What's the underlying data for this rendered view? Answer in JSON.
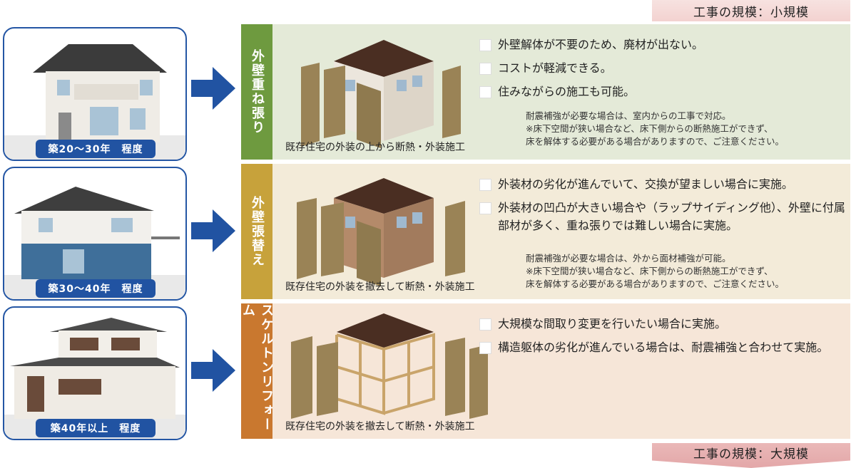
{
  "scale": {
    "top_label": "工事の規模：小規模",
    "bottom_label": "工事の規模：大規模"
  },
  "rows": [
    {
      "label": "外壁重ね張り",
      "age": "築20～30年　程度",
      "caption": "既存住宅の外装の上から断熱・外装施工",
      "bullets": [
        "外壁解体が不要のため、廃材が出ない。",
        "コストが軽減できる。",
        "住みながらの施工も可能。"
      ],
      "notes": [
        "耐震補強が必要な場合は、室内からの工事で対応。",
        "※床下空間が狭い場合など、床下側からの断熱施工ができず、",
        "床を解体する必要がある場合がありますので、ご注意ください。"
      ]
    },
    {
      "label": "外壁張替え",
      "age": "築30～40年　程度",
      "caption": "既存住宅の外装を撤去して断熱・外装施工",
      "bullets": [
        "外装材の劣化が進んでいて、交換が望ましい場合に実施。",
        "外装材の凹凸が大きい場合や（ラップサイディング他）、外壁に付属部材が多く、重ね張りでは難しい場合に実施。"
      ],
      "notes": [
        "耐震補強が必要な場合は、外から面材補強が可能。",
        "※床下空間が狭い場合など、床下側からの断熱施工ができず、",
        "床を解体する必要がある場合がありますので、ご注意ください。"
      ]
    },
    {
      "label": "スケルトンリフォーム",
      "age": "築40年以上　程度",
      "caption": "既存住宅の外装を撤去して断熱・外装施工",
      "bullets": [
        "大規模な間取り変更を行いたい場合に実施。",
        "構造躯体の劣化が進んでいる場合は、耐震補強と合わせて実施。"
      ],
      "notes": []
    }
  ],
  "colors": {
    "row1_label": "#6e9a3f",
    "row1_body": "#e4ead8",
    "row2_label": "#c7a23b",
    "row2_body": "#f3ebd9",
    "row3_label": "#c9782f",
    "row3_body": "#f6e6d8",
    "brand_blue": "#2153a2"
  }
}
